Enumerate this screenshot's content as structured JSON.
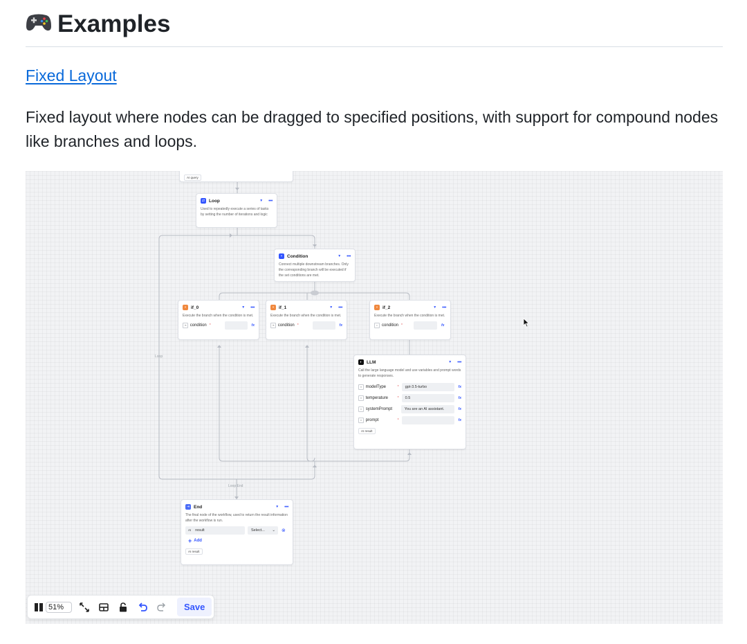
{
  "page": {
    "heading_emoji": "🎮",
    "heading": "Examples",
    "link": "Fixed Layout",
    "description": "Fixed layout where nodes can be dragged to specified positions, with support for compound nodes like branches and loops."
  },
  "canvas": {
    "start_output": "AI query",
    "loop": {
      "title": "Loop",
      "desc": "Used to repeatedly execute a series of tasks by setting the number of iterations and logic"
    },
    "condition": {
      "title": "Condition",
      "desc": "Connect multiple downstream branches. Only the corresponding branch will be executed if the set conditions are met."
    },
    "branches": [
      {
        "title": "if_0",
        "desc": "Execute the branch when the condition is met.",
        "param": "condition"
      },
      {
        "title": "if_1",
        "desc": "Execute the branch when the condition is met.",
        "param": "condition"
      },
      {
        "title": "if_2",
        "desc": "Execute the branch when the condition is met.",
        "param": "condition"
      }
    ],
    "llm": {
      "title": "LLM",
      "desc": "Call the large language model and use variables and prompt words to generate responses.",
      "params": [
        {
          "name": "modelType",
          "value": "gpt-3.5-turbo"
        },
        {
          "name": "temperature",
          "value": "0.5"
        },
        {
          "name": "systemPrompt",
          "value": "You are an AI assistant."
        },
        {
          "name": "prompt",
          "value": ""
        }
      ],
      "output": "AI result"
    },
    "edge_labels": {
      "loop": "Loop",
      "loop_end": "Loop End"
    },
    "end": {
      "title": "End",
      "desc": "The final node of the workflow, used to return the result information after the workflow is run.",
      "param": "result",
      "param_tag": "AI",
      "select_placeholder": "Select...",
      "add_label": "Add",
      "output": "AI result"
    }
  },
  "toolbar": {
    "zoom": "51%",
    "save_label": "Save"
  },
  "colors": {
    "accent": "#3355ff",
    "link": "#0969da",
    "condition_icon": "#f0883e",
    "loop_icon": "#3355ff",
    "llm_icon": "#111111",
    "end_icon": "#4a6cf7"
  }
}
